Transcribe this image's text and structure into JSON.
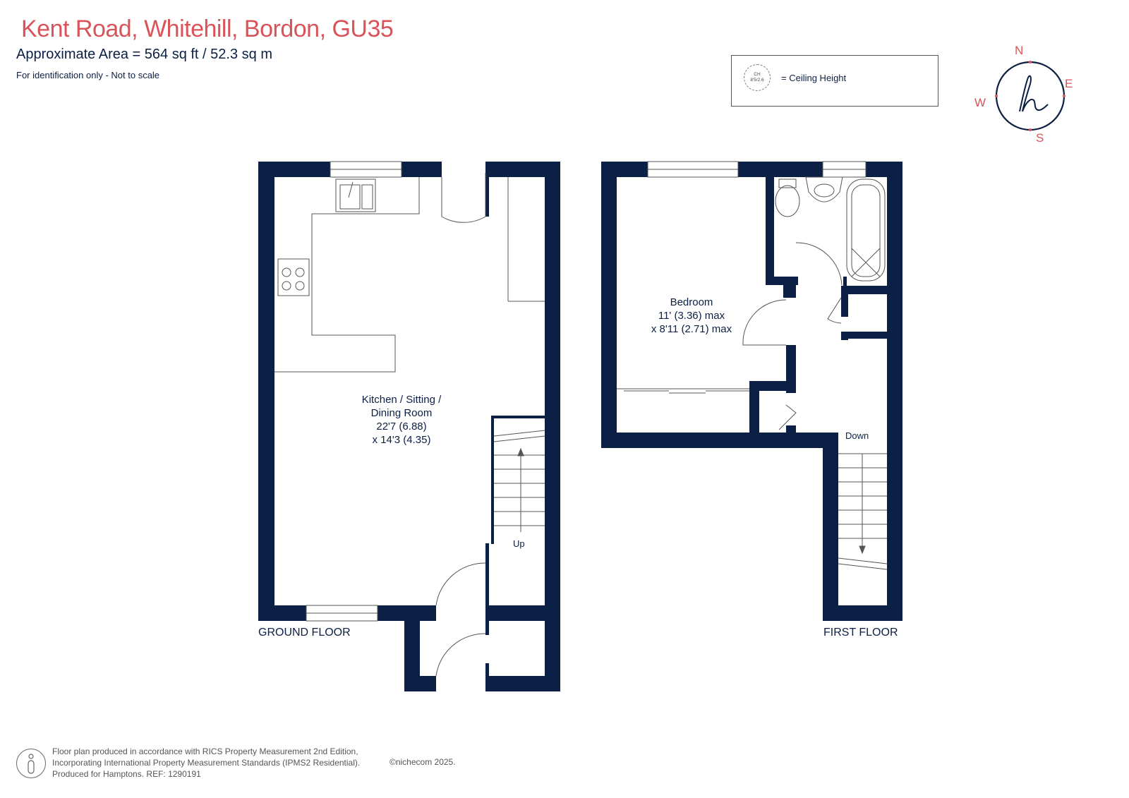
{
  "header": {
    "title": "Kent Road, Whitehill, Bordon, GU35",
    "area": "Approximate Area = 564 sq ft / 52.3 sq m",
    "note": "For identification only - Not to scale"
  },
  "legend": {
    "symbol_line1": "CH",
    "symbol_line2": "8'5/2.6",
    "label": "= Ceiling Height"
  },
  "compass": {
    "north": "N",
    "east": "E",
    "south": "S",
    "west": "W",
    "logo_icon": "hamptons-h-logo-icon"
  },
  "ground_floor": {
    "label": "GROUND FLOOR",
    "room": {
      "line1": "Kitchen / Sitting /",
      "line2": "Dining Room",
      "line3": "22'7 (6.88)",
      "line4": "x 14'3 (4.35)"
    },
    "stairs_label": "Up"
  },
  "first_floor": {
    "label": "FIRST FLOOR",
    "room": {
      "line1": "Bedroom",
      "line2": "11' (3.36) max",
      "line3": "x 8'11 (2.71) max"
    },
    "stairs_label": "Down"
  },
  "footer": {
    "line1": "Floor plan produced in accordance with RICS Property Measurement 2nd Edition,",
    "line2": "Incorporating International Property Measurement Standards (IPMS2 Residential).",
    "line3": "Produced for Hamptons.  REF: 1290191",
    "copyright": "©nichecom 2025."
  },
  "colors": {
    "wall": "#0c1f44",
    "accent": "#d9545a"
  }
}
